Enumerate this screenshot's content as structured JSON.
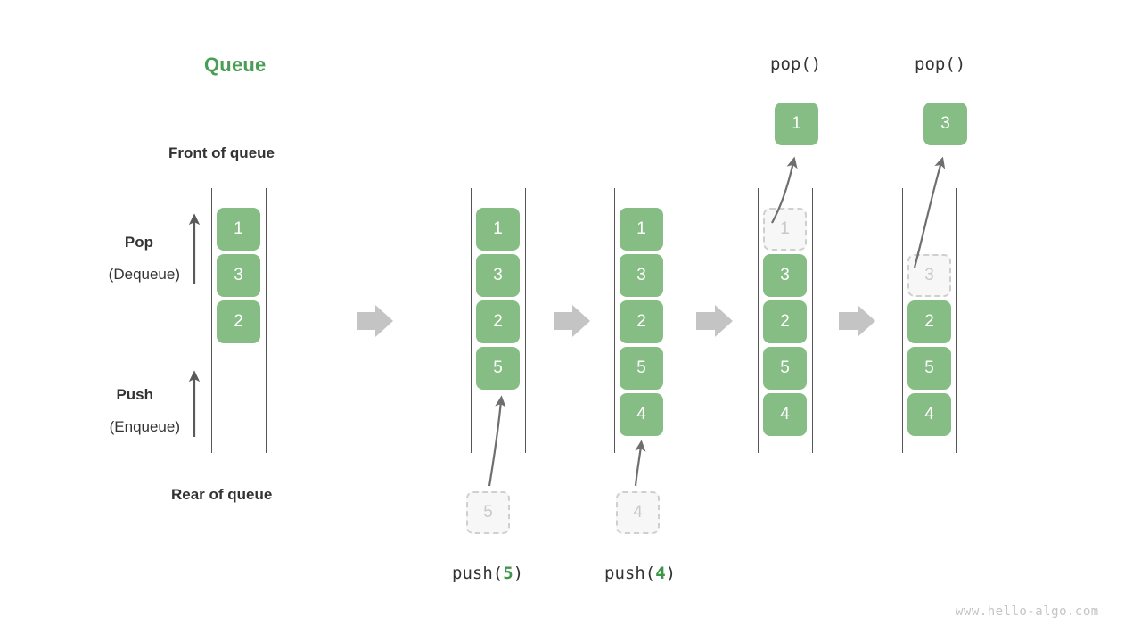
{
  "diagram": {
    "title": "Queue",
    "watermark": "www.hello-algo.com",
    "labels": {
      "front_of_queue": "Front of queue",
      "rear_of_queue": "Rear of queue",
      "pop_bold": "Pop",
      "pop_sub": "(Dequeue)",
      "push_bold": "Push",
      "push_sub": "(Enqueue)"
    },
    "colors": {
      "title_green": "#4a9d54",
      "cell_green": "#85bd85",
      "cell_text": "#ffffff",
      "ghost_fill": "#f7f7f7",
      "ghost_border": "#cfcfcf",
      "ghost_text": "#c9c9c9",
      "rail": "#555555",
      "arrow_gray": "#c4c4c4",
      "curve_arrow": "#6e6e6e",
      "text": "#333333",
      "watermark": "#c4c4c4"
    },
    "panels": [
      {
        "id": "initial",
        "op_label": null,
        "op_arg": null,
        "items": [
          "1",
          "3",
          "2"
        ],
        "ghost_in_rail": null,
        "incoming_ghost": null,
        "popped_value": null
      },
      {
        "id": "push-5",
        "op_prefix": "push(",
        "op_arg": "5",
        "op_suffix": ")",
        "items": [
          "1",
          "3",
          "2",
          "5"
        ],
        "incoming_ghost": "5",
        "popped_value": null
      },
      {
        "id": "push-4",
        "op_prefix": "push(",
        "op_arg": "4",
        "op_suffix": ")",
        "items": [
          "1",
          "3",
          "2",
          "5",
          "4"
        ],
        "incoming_ghost": "4",
        "popped_value": null
      },
      {
        "id": "pop-1",
        "op_label": "pop()",
        "ghost_in_rail": "1",
        "items": [
          "3",
          "2",
          "5",
          "4"
        ],
        "popped_value": "1"
      },
      {
        "id": "pop-3",
        "op_label": "pop()",
        "ghost_in_rail": "3",
        "items": [
          "2",
          "5",
          "4"
        ],
        "popped_value": "3"
      }
    ],
    "flow_arrows": 4
  }
}
